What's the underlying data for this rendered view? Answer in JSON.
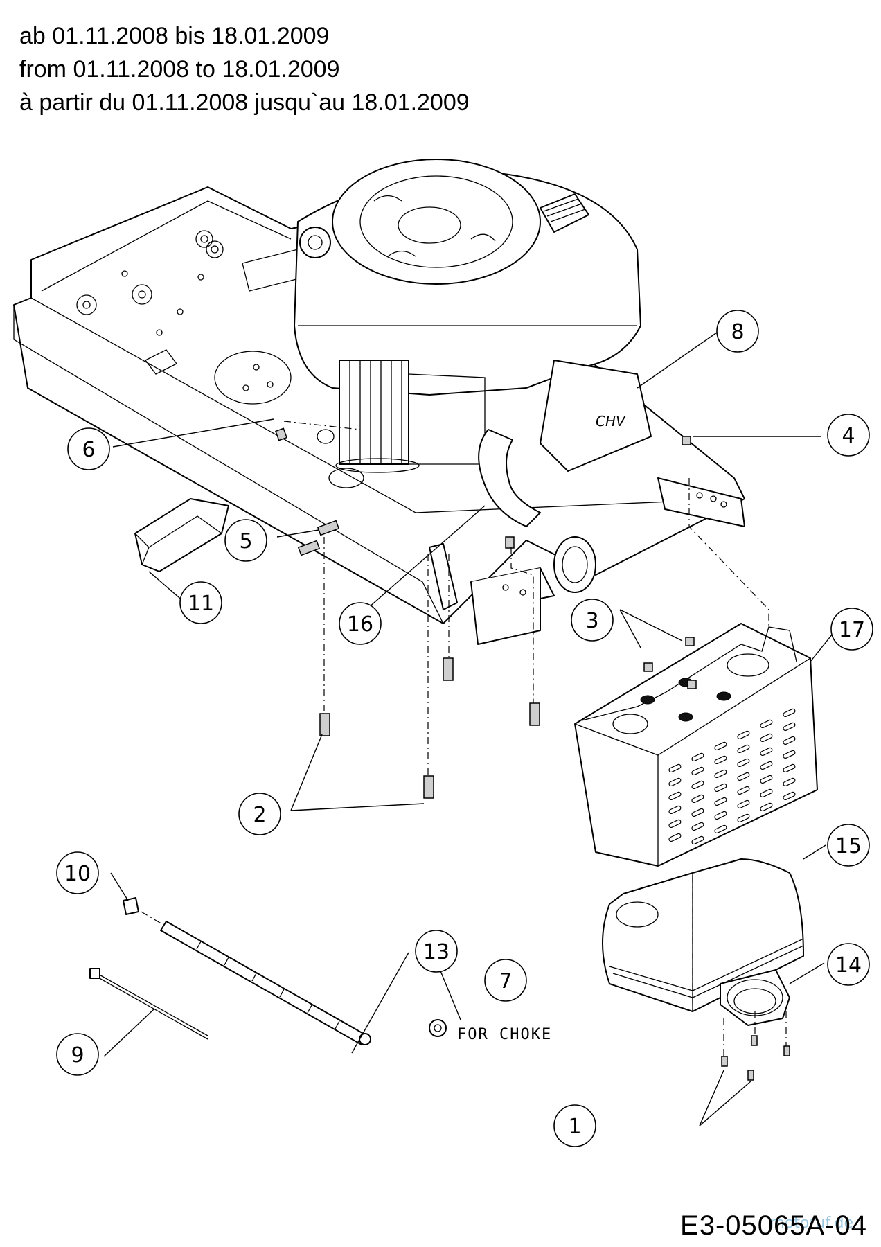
{
  "header": {
    "line_de": "ab 01.11.2008 bis 18.01.2009",
    "line_en": "from 01.11.2008 to 18.01.2009",
    "line_fr": "à partir du 01.11.2008 jusqu`au 18.01.2009"
  },
  "callouts": {
    "c1": "1",
    "c2": "2",
    "c3": "3",
    "c4": "4",
    "c5": "5",
    "c6": "6",
    "c7": "7",
    "c8": "8",
    "c9": "9",
    "c10": "10",
    "c11": "11",
    "c13": "13",
    "c14": "14",
    "c15": "15",
    "c16": "16",
    "c17": "17"
  },
  "notes": {
    "choke": "FOR CHOKE"
  },
  "engine_badge": "CHV",
  "footer": {
    "drawing_code": "E3-05065A-04",
    "watermark": "motoruf.de"
  }
}
